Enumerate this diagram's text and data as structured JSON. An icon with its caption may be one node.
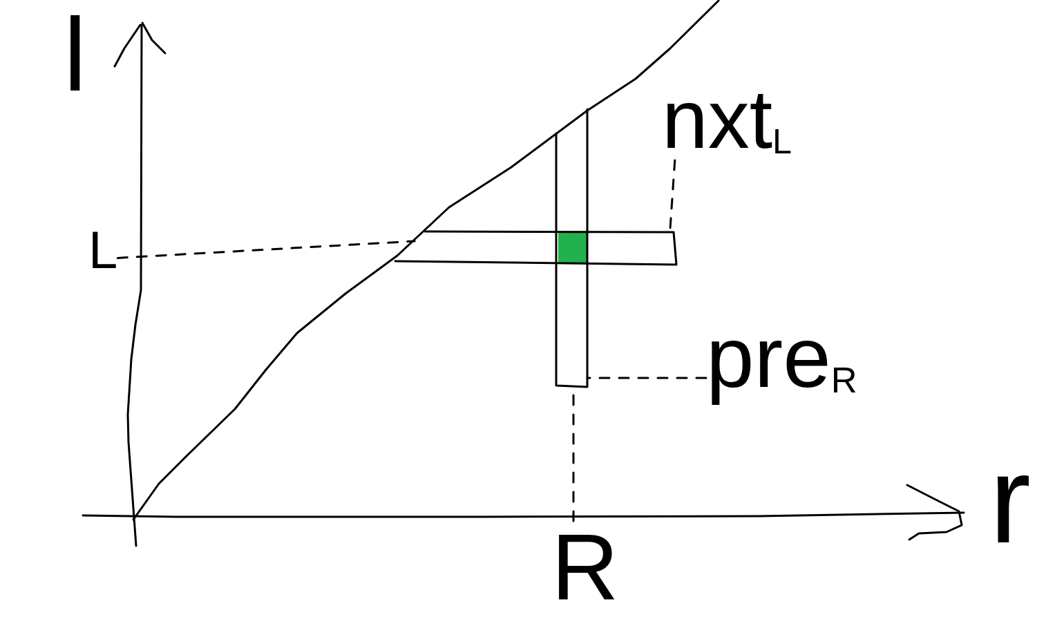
{
  "diagram": {
    "nodes": [
      {
        "text": [
          "nxt$_{L}$"
        ]
      },
      {
        "text": [],
        "shape": "bar"
      },
      {
        "text": [
          "L"
        ]
      },
      {
        "text": [],
        "shape": "bar"
      },
      {
        "text": [
          "pre$_{R}$"
        ]
      },
      {
        "text": [
          "R"
        ]
      }
    ],
    "edges": [
      {
        "from": 0,
        "to": 3,
        "arrow": "none",
        "style": "dashed"
      },
      {
        "from": 2,
        "to": 3,
        "arrow": "none",
        "style": "dashed"
      },
      {
        "from": 4,
        "to": 1,
        "arrow": "none",
        "style": "dashed"
      },
      {
        "from": 5,
        "to": 1,
        "arrow": "none",
        "style": "dashed"
      }
    ],
    "labels": [
      "l",
      "r"
    ]
  }
}
